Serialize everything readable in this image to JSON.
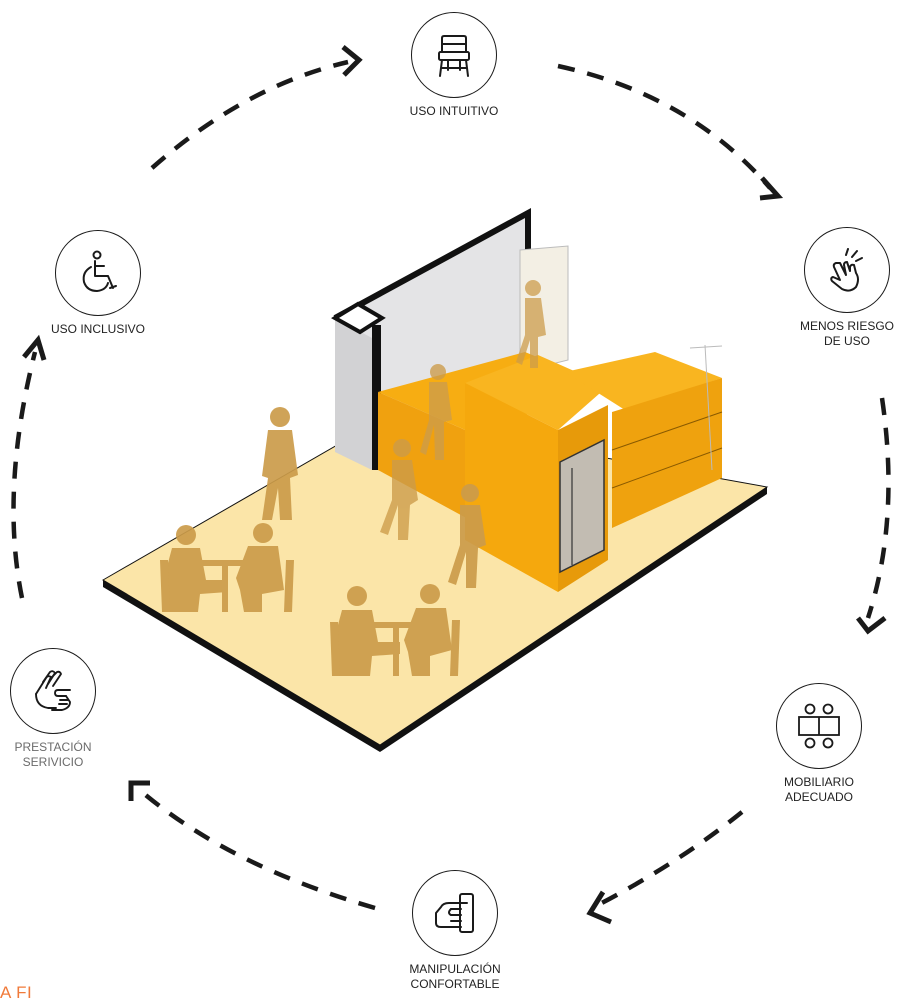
{
  "nodes": {
    "uso_intuitivo": {
      "label": "USO INTUITIVO",
      "icon": "chair-icon"
    },
    "menos_riesgo": {
      "line1": "MENOS RIESGO",
      "line2": "DE USO",
      "icon": "touch-gesture-icon"
    },
    "mobiliario": {
      "line1": "MOBILIARIO",
      "line2": "ADECUADO",
      "icon": "table-seating-icon"
    },
    "manipulacion": {
      "line1": "MANIPULACIÓN",
      "line2": "CONFORTABLE",
      "icon": "door-handle-icon"
    },
    "prestacion": {
      "line1": "PRESTACIÓN",
      "line2": "SERIVICIO",
      "icon": "helping-hands-icon"
    },
    "uso_inclusivo": {
      "label": "USO INCLUSIVO",
      "icon": "wheelchair-icon"
    }
  },
  "corner_text": "A FI",
  "colors": {
    "accent": "#f07a3a",
    "floor": "#fbe5a8",
    "block": "#f7ad12",
    "block_dark": "#e79a0a",
    "people": "#cc9c4a",
    "glass": "#e4e4e6",
    "outline": "#111111"
  }
}
